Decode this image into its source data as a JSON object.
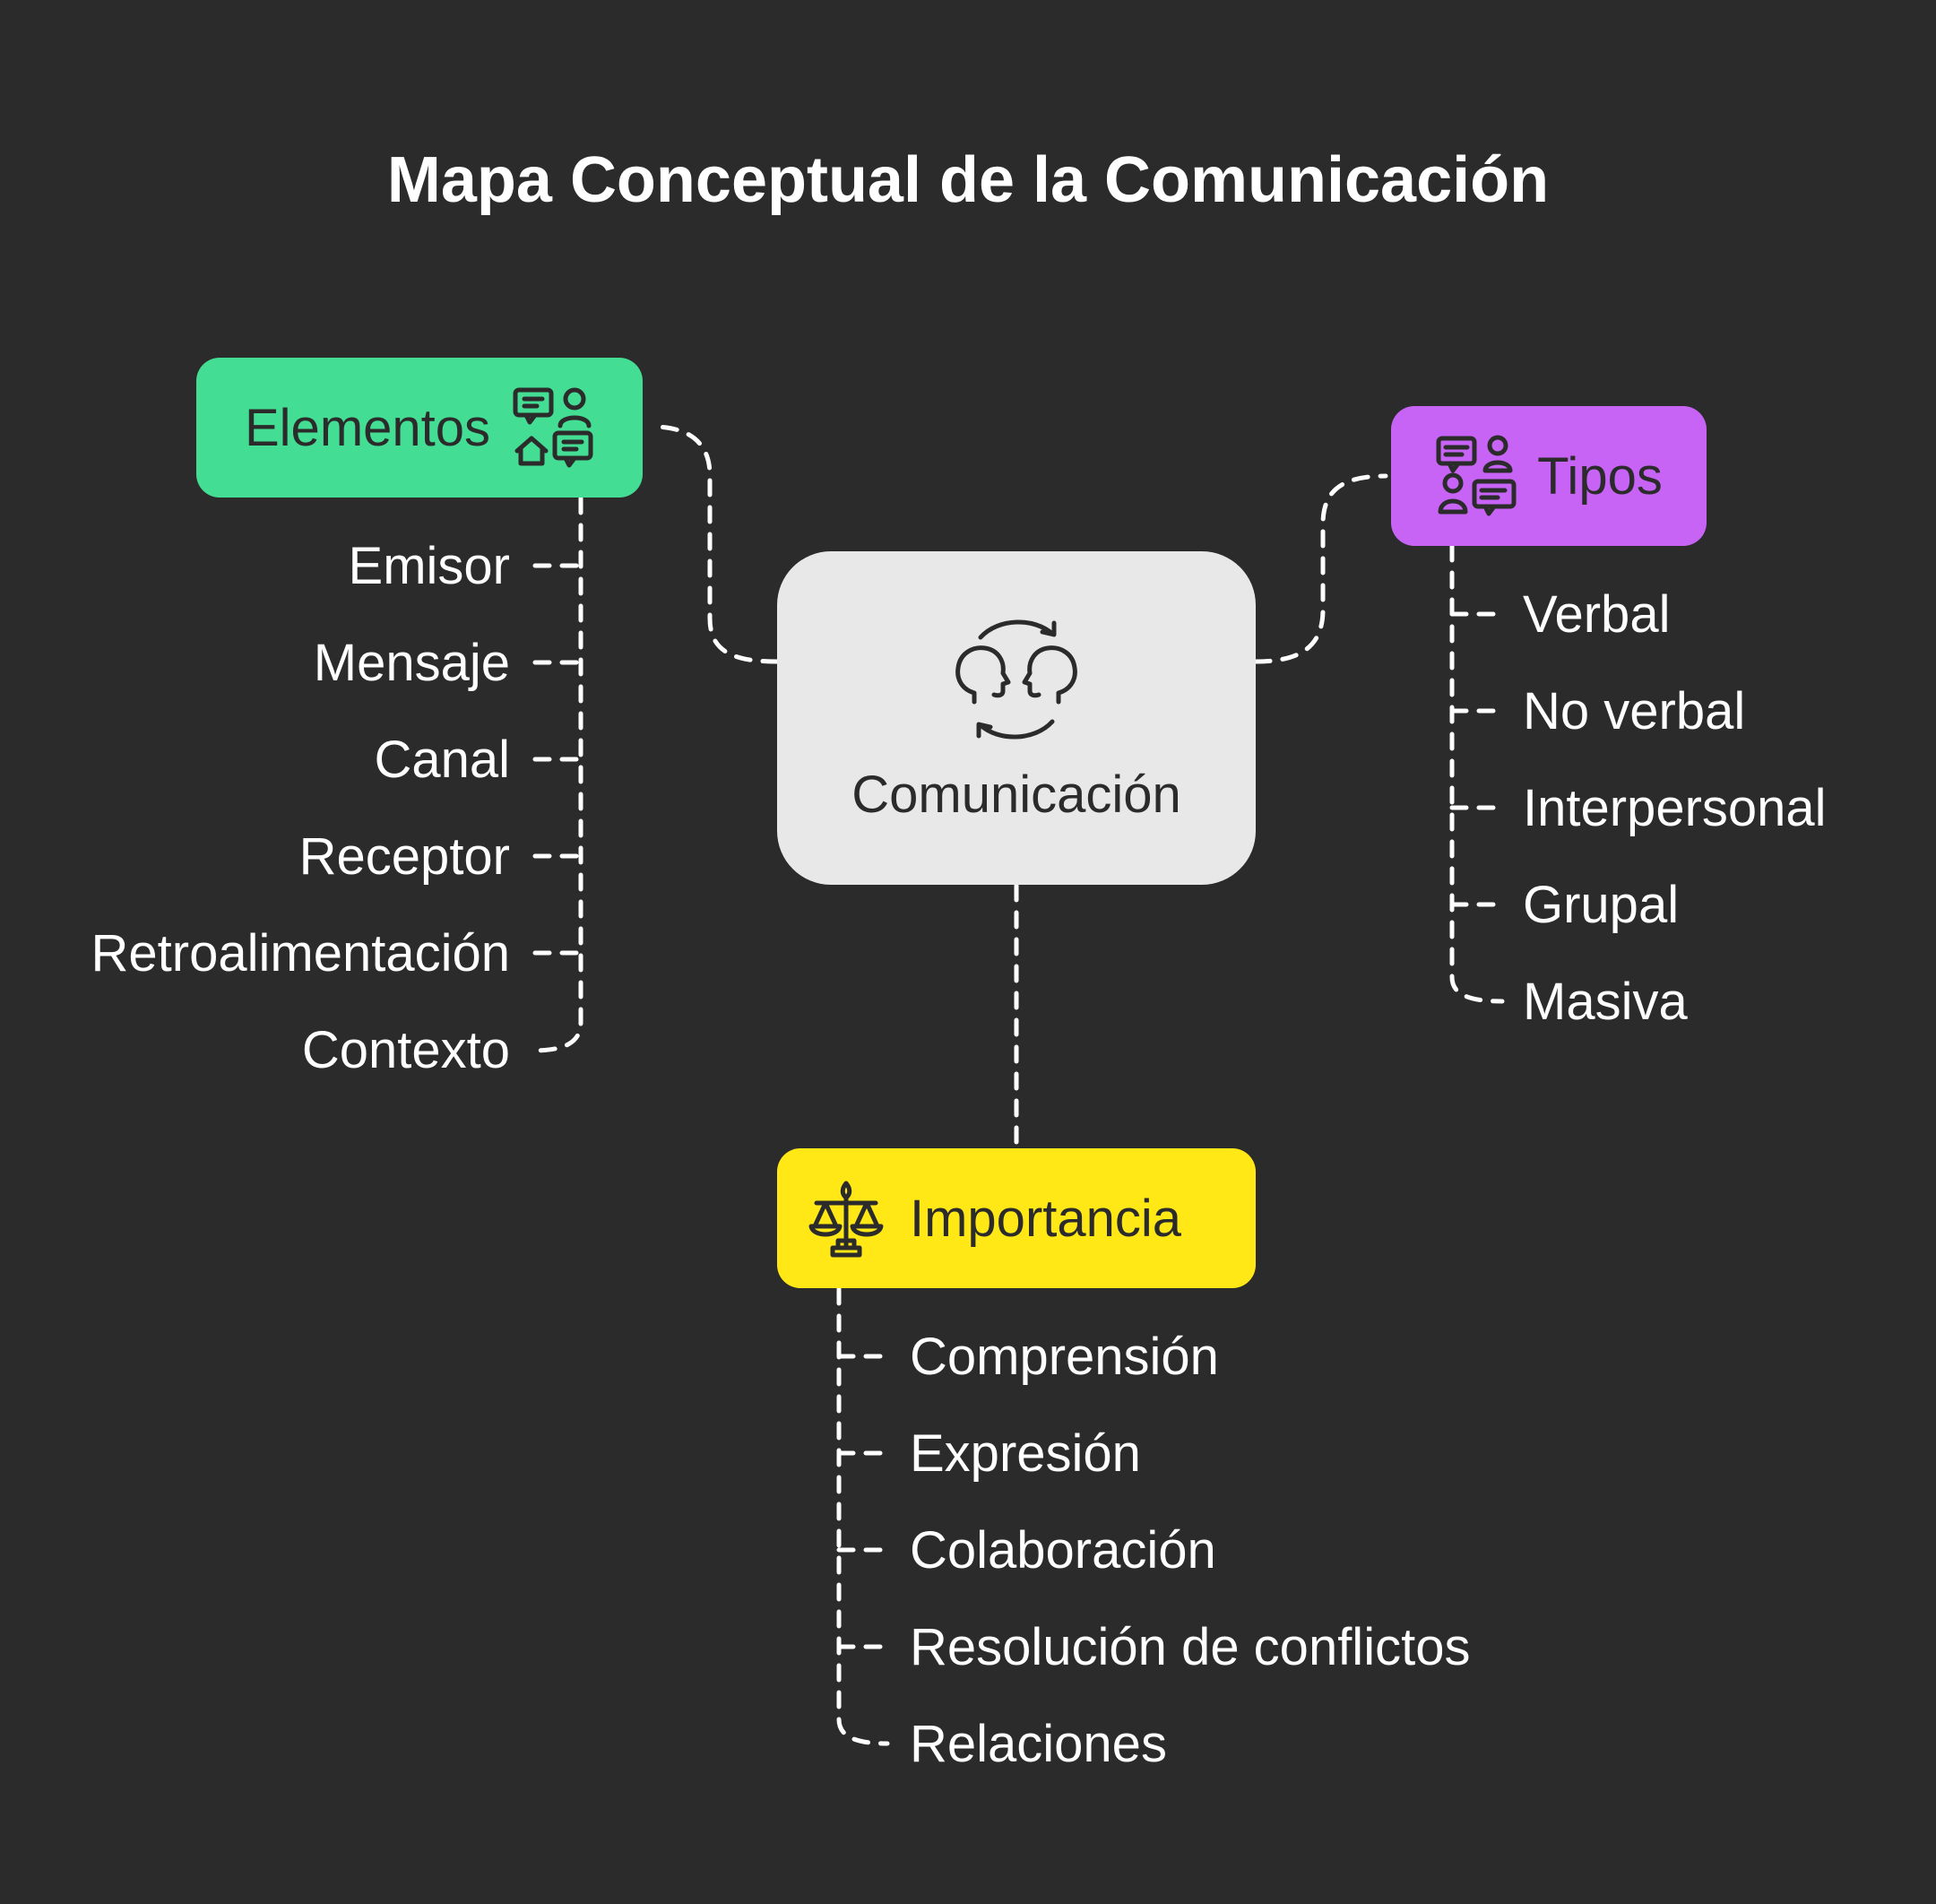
{
  "title": "Mapa Conceptual de la Comunicación",
  "center": {
    "label": "Comunicación",
    "icon": "communication-cycle-icon"
  },
  "branches": {
    "elementos": {
      "label": "Elementos",
      "color": "#43dd93",
      "icon": "people-chat-icon",
      "items": [
        "Emisor",
        "Mensaje",
        "Canal",
        "Receptor",
        "Retroalimentación",
        "Contexto"
      ]
    },
    "tipos": {
      "label": "Tipos",
      "color": "#c864f5",
      "icon": "group-chat-icon",
      "items": [
        "Verbal",
        "No verbal",
        "Interpersonal",
        "Grupal",
        "Masiva"
      ]
    },
    "importancia": {
      "label": "Importancia",
      "color": "#ffe816",
      "icon": "balance-scale-icon",
      "items": [
        "Comprensión",
        "Expresión",
        "Colaboración",
        "Resolución de conflictos",
        "Relaciones"
      ]
    }
  },
  "colors": {
    "background": "#2b2b2b",
    "center": "#e8e8e8",
    "text": "#ffffff",
    "connector": "#ffffff"
  }
}
